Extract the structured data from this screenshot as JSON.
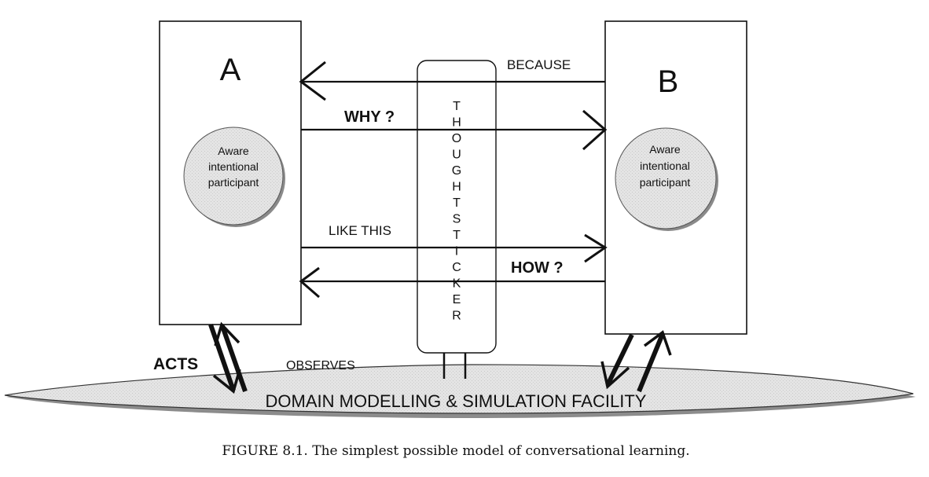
{
  "diagram": {
    "participant_a": {
      "letter": "A",
      "circle_text": [
        "Aware",
        "intentional",
        "participant"
      ]
    },
    "participant_b": {
      "letter": "B",
      "circle_text": [
        "Aware",
        "intentional",
        "participant"
      ]
    },
    "thoughtsticker": {
      "letters": [
        "T",
        "H",
        "O",
        "U",
        "G",
        "H",
        "T",
        "S",
        "T",
        "I",
        "C",
        "K",
        "E",
        "R"
      ]
    },
    "arrows": {
      "because": "BECAUSE",
      "why": "WHY ?",
      "like_this": "LIKE THIS",
      "how": "HOW ?",
      "acts": "ACTS",
      "observes": "OBSERVES"
    },
    "facility": "DOMAIN MODELLING & SIMULATION FACILITY",
    "caption": "FIGURE 8.1.  The simplest possible model of conversational learning."
  },
  "colors": {
    "ink": "#111111",
    "circle_fill": "#e6e6e6",
    "ellipse_fill": "#dcdcdc",
    "shadow": "#8a8a8a"
  }
}
